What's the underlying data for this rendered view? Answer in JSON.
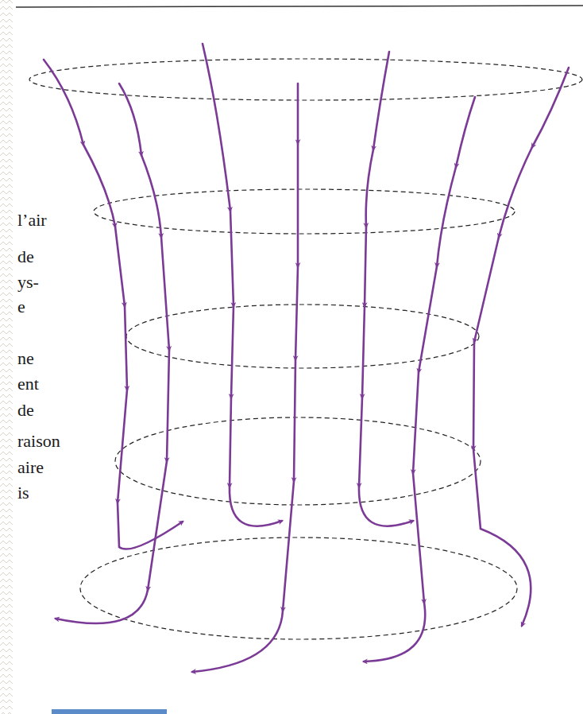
{
  "diagram": {
    "labels": [
      "l’air",
      "de",
      "ys-",
      "e",
      "ne",
      "ent",
      "de",
      "raison",
      "aire",
      "is"
    ]
  }
}
